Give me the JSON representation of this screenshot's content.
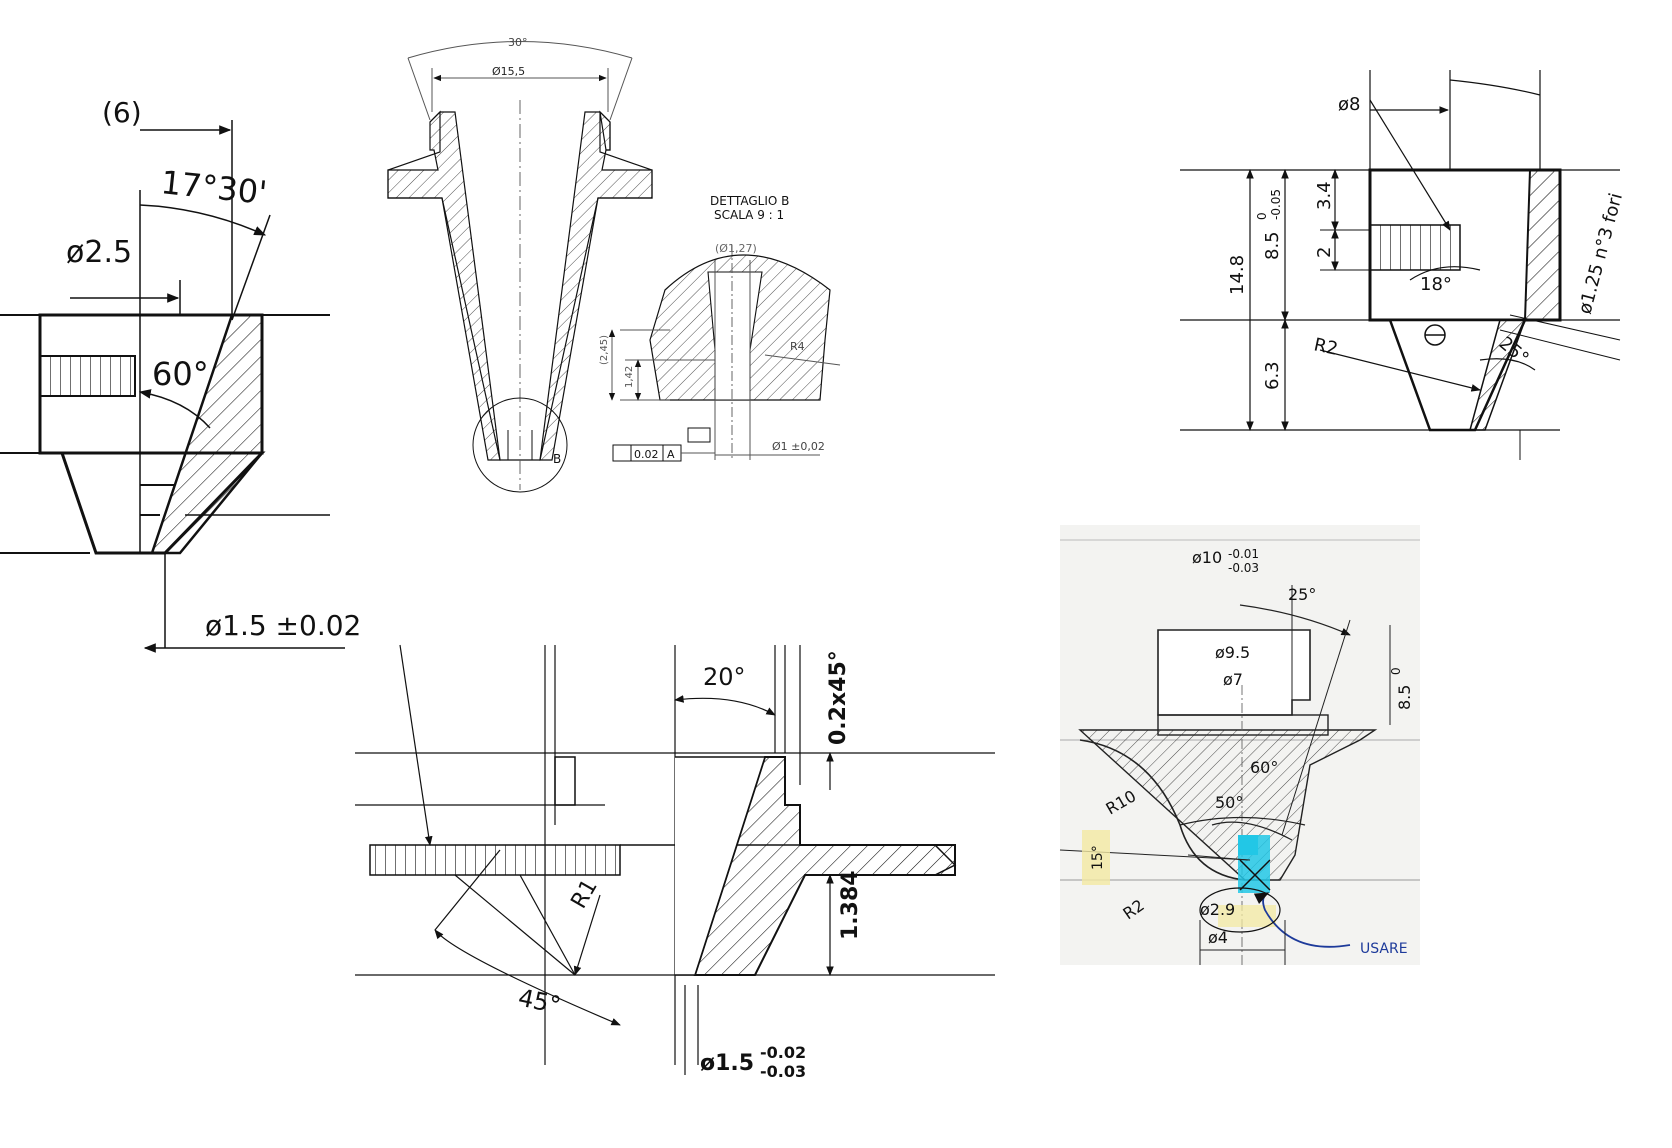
{
  "panels": {
    "p1": {
      "label_num": "(6)",
      "angle_top": "17°30'",
      "dia_top": "ø2.5",
      "angle_mid": "60°",
      "dia_bottom": "ø1.5 ±0.02"
    },
    "p2": {
      "angle_top": "30°",
      "dia_top": "Ø15,5",
      "detail_marker": "B",
      "detail_title": "DETTAGLIO B",
      "detail_scale": "SCALA 9 : 1",
      "detail_dia": "(Ø1,27)",
      "detail_r": "R4",
      "detail_h1": "(2,45)",
      "detail_h2": "1,42",
      "tol_value": "0.02",
      "tol_ref": "A",
      "detail_dia_bottom": "Ø1 ±0,02"
    },
    "p3": {
      "dia": "ø8",
      "dim_total": "14.8",
      "dim_main": "8.5",
      "dim_main_tol_top": "0",
      "dim_main_tol_bot": "-0.05",
      "dim_a": "3.4",
      "dim_b": "2",
      "angle_a": "18°",
      "dim_low": "6.3",
      "radius": "R2",
      "angle_b": "25°",
      "holes": "ø1.25 n°3 fori"
    },
    "p4": {
      "angle_top": "20°",
      "chamfer": "0.2x45°",
      "radius": "R1",
      "dim_h": "1.384",
      "angle_bottom": "45°",
      "dia_bottom": "ø1.5",
      "dia_tol_top": "-0.02",
      "dia_tol_bot": "-0.03"
    },
    "p5": {
      "dia_top": "ø10",
      "dia_top_tol_a": "-0.01",
      "dia_top_tol_b": "-0.03",
      "angle_top": "25°",
      "dia_a": "ø9.5",
      "dia_b": "ø7",
      "dim_side": "8.5",
      "dim_side_tol": "0",
      "angle_a": "60°",
      "radius_a": "R10",
      "angle_b": "50°",
      "angle_c": "15°",
      "radius_b": "R2",
      "dia_c": "ø2.9",
      "dia_d": "ø4",
      "note": "USARE"
    }
  },
  "colors": {
    "ink": "#111111",
    "highlight_cyan": "#22c7e6",
    "highlight_yellow": "#f3e9a2",
    "pen_blue": "#1d3a9a",
    "paper_scan": "#f3f3f1"
  }
}
